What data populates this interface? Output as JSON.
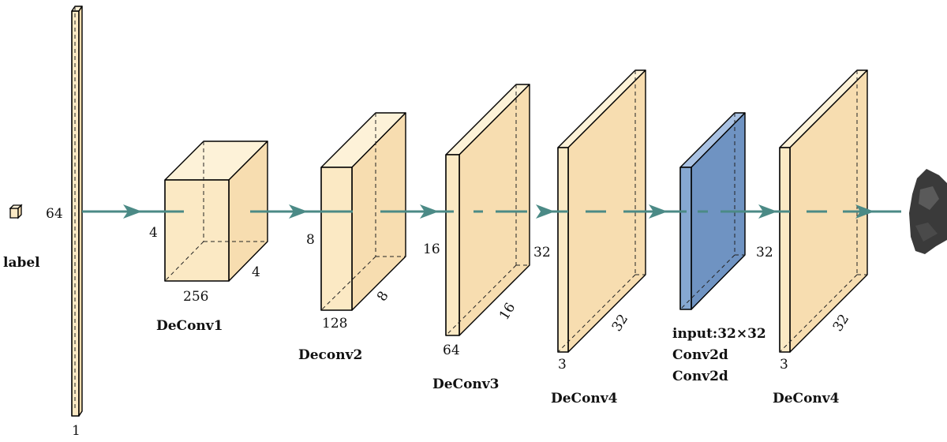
{
  "colors": {
    "layer_fill": "#fbe9c4",
    "conv_fill": "#86a8d1",
    "arrow": "#4b8a86",
    "output": "#3a3a3a"
  },
  "input": {
    "label": "label",
    "vector_height": "64",
    "vector_width": "1"
  },
  "layers": [
    {
      "name": "DeConv1",
      "height": "4",
      "depth": "4",
      "width": "256",
      "color": "yellow"
    },
    {
      "name": "Deconv2",
      "height": "8",
      "depth": "8",
      "width": "128",
      "color": "yellow"
    },
    {
      "name": "DeConv3",
      "height": "16",
      "depth": "16",
      "width": "64",
      "color": "yellow"
    },
    {
      "name": "DeConv4",
      "height": "32",
      "depth": "32",
      "width": "3",
      "color": "yellow"
    },
    {
      "name_lines": [
        "input:32×32",
        "Conv2d",
        "Conv2d"
      ],
      "color": "blue"
    },
    {
      "name": "DeConv4",
      "height": "32",
      "depth": "32",
      "width": "3",
      "color": "yellow"
    }
  ],
  "output": {
    "icon": "generated-image-thumbnail"
  }
}
